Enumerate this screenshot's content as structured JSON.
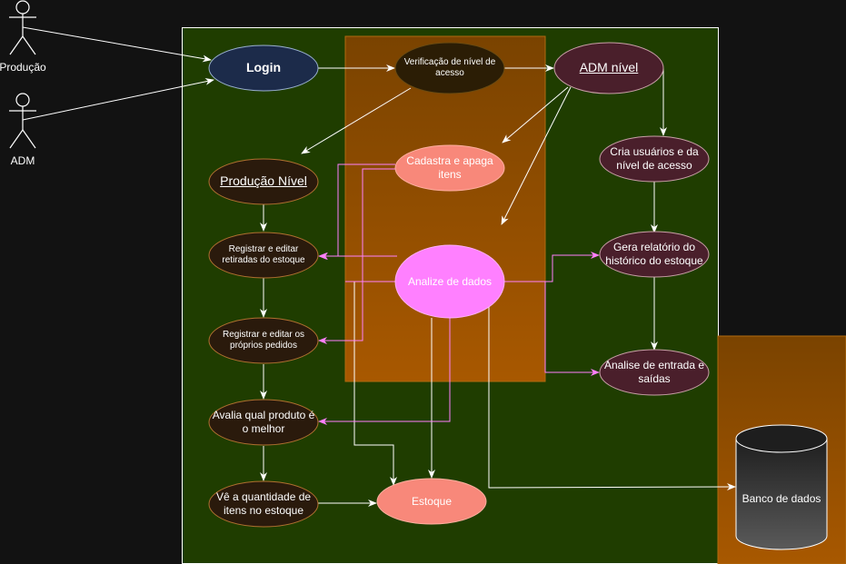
{
  "actors": {
    "producao": "Produção",
    "adm": "ADM"
  },
  "nodes": {
    "login": "Login",
    "verificacao": "Verificação de nível de acesso",
    "adm_nivel": "ADM nível",
    "producao_nivel": "Produção Nível",
    "cadastra": "Cadastra e apaga itens",
    "cria_usuarios": "Cria usuários e da nível de acesso",
    "registrar_retiradas": "Registrar e editar retiradas do estoque",
    "analize": "Analize de dados",
    "gera_relatorio": "Gera relatório do histórico do estoque",
    "registrar_pedidos": "Registrar e editar os próprios pedidos",
    "analise_entrada": "Analise de entrada e saídas",
    "avalia": "Avalia qual produto é o melhor",
    "ve_quantidade": "Vê a quantidade de itens no estoque",
    "estoque": "Estoque",
    "banco": "Banco de dados"
  },
  "colors": {
    "background": "#121212",
    "main_panel": "#1f3d00",
    "center_panel": "#8a4a00",
    "db_panel": "#8a4a00",
    "login_fill": "#1c2b4a",
    "dark_fill": "#2a1a0c",
    "maroon_fill": "#4a1f2b",
    "salmon_fill": "#f8887a",
    "pink_fill": "#ff80ff",
    "arrow_white": "#ffffff",
    "arrow_pink": "#ff80ff"
  }
}
